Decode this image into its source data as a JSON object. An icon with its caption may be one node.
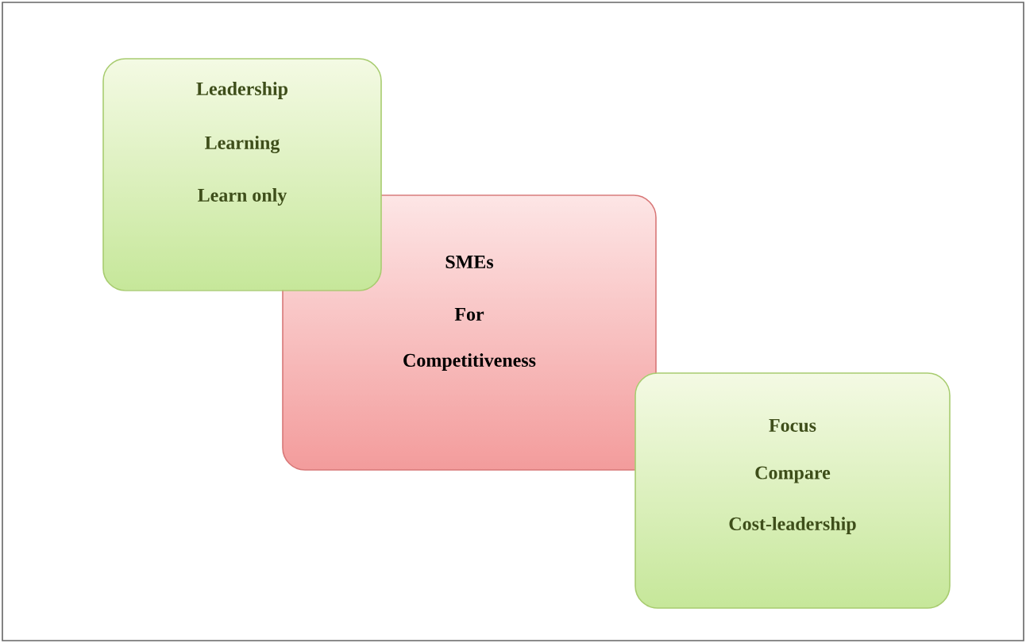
{
  "diagram": {
    "nodes": [
      {
        "text": [
          "Leadership",
          "Learning",
          "Learn only"
        ]
      },
      {
        "text": [
          "SMEs",
          "For",
          "Competitiveness"
        ]
      },
      {
        "text": [
          "Focus",
          "Compare",
          "Cost-leadership"
        ]
      }
    ]
  }
}
